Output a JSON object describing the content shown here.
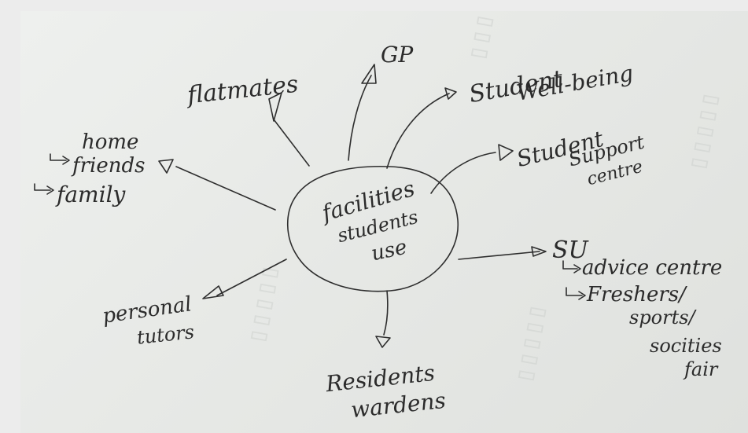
{
  "diagram": {
    "center": [
      "facilities",
      "students",
      "use"
    ],
    "nodes": {
      "gp": "GP",
      "flatmates": "flatmates",
      "student_wellbeing": [
        "Student",
        "Well-being"
      ],
      "student_support": [
        "Student",
        "Support",
        "centre"
      ],
      "home": [
        "home",
        "friends",
        "family"
      ],
      "su": [
        "SU",
        "advice centre",
        "Freshers/",
        "sports/",
        "socities",
        "fair"
      ],
      "personal_tutors": [
        "personal",
        "tutors"
      ],
      "residents_wardens": [
        "Residents",
        "wardens"
      ]
    }
  },
  "colors": {
    "ink": "#2b2b2b",
    "paper": "#e8eae7",
    "frame": "#ececec"
  }
}
